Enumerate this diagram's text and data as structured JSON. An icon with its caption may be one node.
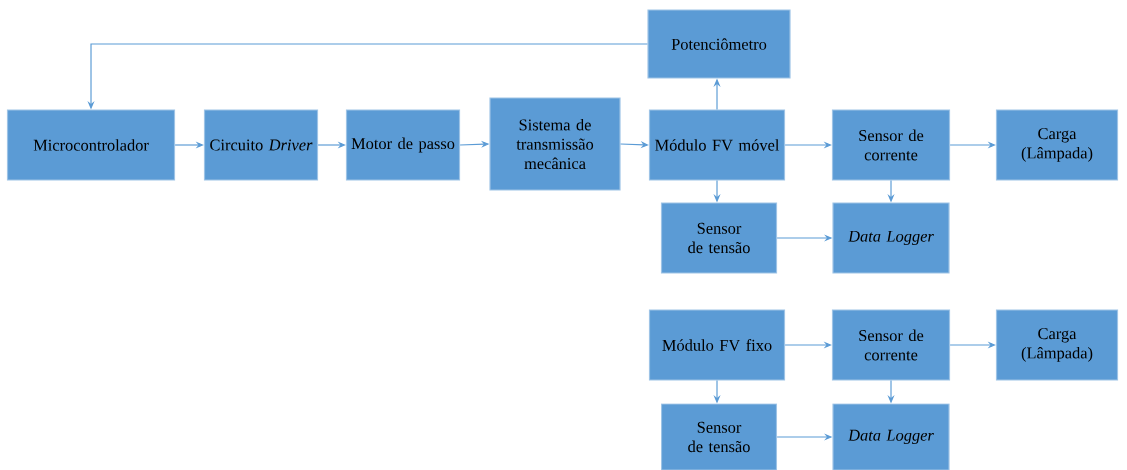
{
  "diagram": {
    "nodes": [
      {
        "text": [
          "Potenciômetro"
        ]
      },
      {
        "text": [
          "Microcontrolador"
        ]
      },
      {
        "text": [
          "Circuito *Driver*"
        ]
      },
      {
        "text": [
          "Motor de passo"
        ]
      },
      {
        "text": [
          "Sistema de transmissão mecânica"
        ]
      },
      {
        "text": [
          "Módulo FV móvel"
        ]
      },
      {
        "text": [
          "Sensor de corrente"
        ]
      },
      {
        "text": [
          "Carga (Lâmpada)"
        ]
      },
      {
        "text": [
          "Sensor de tensão"
        ]
      },
      {
        "text": [
          "Data Logger"
        ]
      },
      {
        "text": [
          "Módulo FV fixo"
        ]
      },
      {
        "text": [
          "Sensor de corrente"
        ]
      },
      {
        "text": [
          "Carga (Lâmpada)"
        ]
      },
      {
        "text": [
          "Sensor de tensão"
        ]
      },
      {
        "text": [
          "Data Logger"
        ]
      }
    ],
    "edges": [
      {
        "from": 0,
        "to": 1,
        "arrow": "to"
      },
      {
        "from": 1,
        "to": 2,
        "arrow": "to"
      },
      {
        "from": 2,
        "to": 3,
        "arrow": "to"
      },
      {
        "from": 3,
        "to": 4,
        "arrow": "to"
      },
      {
        "from": 4,
        "to": 5,
        "arrow": "to"
      },
      {
        "from": 5,
        "to": 0,
        "arrow": "to"
      },
      {
        "from": 5,
        "to": 6,
        "arrow": "to"
      },
      {
        "from": 6,
        "to": 7,
        "arrow": "to"
      },
      {
        "from": 5,
        "to": 8,
        "arrow": "to"
      },
      {
        "from": 6,
        "to": 9,
        "arrow": "to"
      },
      {
        "from": 8,
        "to": 9,
        "arrow": "to"
      },
      {
        "from": 10,
        "to": 11,
        "arrow": "to"
      },
      {
        "from": 11,
        "to": 12,
        "arrow": "to"
      },
      {
        "from": 10,
        "to": 13,
        "arrow": "to"
      },
      {
        "from": 11,
        "to": 14,
        "arrow": "to"
      },
      {
        "from": 13,
        "to": 14,
        "arrow": "to"
      }
    ]
  }
}
